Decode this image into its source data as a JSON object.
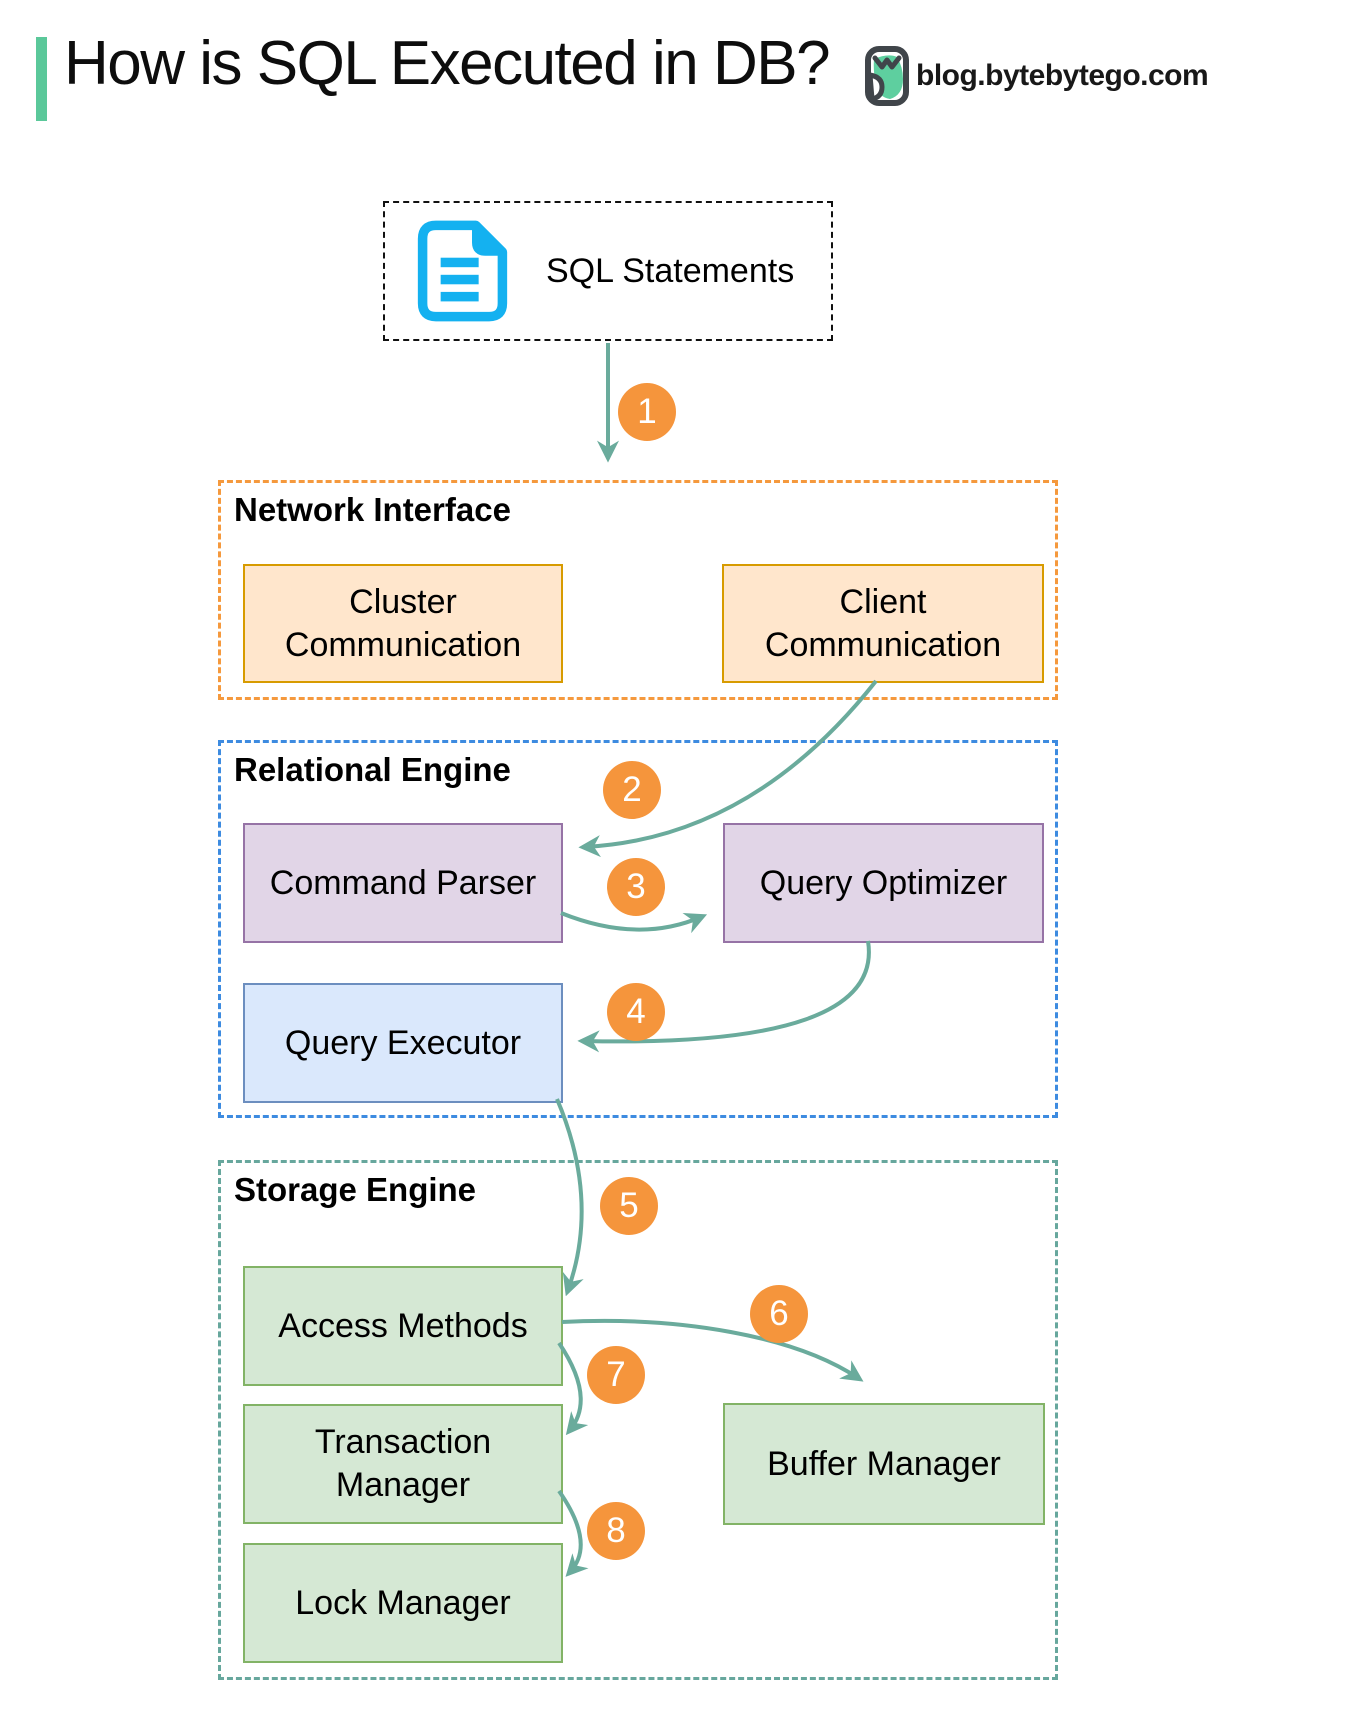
{
  "header": {
    "title": "How is SQL Executed in DB?",
    "brand": "blog.bytebytego.com"
  },
  "diagram": {
    "sql_statements": {
      "label": "SQL Statements"
    },
    "sections": {
      "network_interface": {
        "title": "Network Interface",
        "boxes": {
          "cluster": "Cluster Communication",
          "client": "Client Communication"
        }
      },
      "relational_engine": {
        "title": "Relational Engine",
        "boxes": {
          "command_parser": "Command Parser",
          "query_optimizer": "Query Optimizer",
          "query_executor": "Query Executor"
        }
      },
      "storage_engine": {
        "title": "Storage Engine",
        "boxes": {
          "access_methods": "Access Methods",
          "transaction_manager": "Transaction Manager",
          "lock_manager": "Lock Manager",
          "buffer_manager": "Buffer Manager"
        }
      }
    },
    "steps": [
      "1",
      "2",
      "3",
      "4",
      "5",
      "6",
      "7",
      "8"
    ],
    "flow": [
      "SQL Statements -> Network Interface",
      "Client Communication -> Command Parser",
      "Command Parser -> Query Optimizer",
      "Query Optimizer -> Query Executor",
      "Query Executor -> Access Methods",
      "Access Methods -> Buffer Manager",
      "Access Methods -> Transaction Manager",
      "Transaction Manager -> Lock Manager"
    ],
    "colors": {
      "accent_bar": "#5bc89a",
      "arrow": "#6aab9c",
      "step_circle": "#f5953c",
      "network_border": "#f5993d",
      "relational_border": "#3d8be0",
      "storage_border": "#67a79d",
      "orange_box_fill": "#ffe6cc",
      "orange_box_border": "#d79b00",
      "purple_box_fill": "#e1d5e7",
      "purple_box_border": "#9673a6",
      "blue_box_fill": "#dae8fc",
      "blue_box_border": "#6c8ebf",
      "green_box_fill": "#d5e8d4",
      "green_box_border": "#82b366",
      "document_icon": "#14b1f0"
    }
  }
}
